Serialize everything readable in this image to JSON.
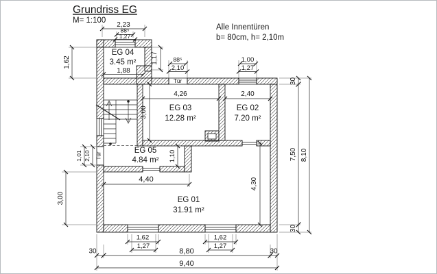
{
  "title": "Grundriss EG",
  "scale_label": "M= 1:100",
  "note": {
    "line1": "Alle Innentüren",
    "line2": "b= 80cm, h= 2,10m"
  },
  "door_label": "Tür",
  "rooms": {
    "eg01": {
      "name": "EG 01",
      "area": "31.91 m²"
    },
    "eg02": {
      "name": "EG 02",
      "area": "7.20 m²"
    },
    "eg03": {
      "name": "EG 03",
      "area": "12.28 m²"
    },
    "eg04": {
      "name": "EG 04",
      "area": "3.45 m²"
    },
    "eg05": {
      "name": "EG 05",
      "area": "4.84 m²"
    }
  },
  "dimensions": {
    "eg04_top_outer": "2,23",
    "eg04_top_door": "88⁵",
    "eg04_top_window": "1,27",
    "eg04_left": "1,62",
    "eg04_right": "1,17",
    "eg04_inner_width": "1,88",
    "hall_door_width": "88⁵",
    "hall_door_height": "2,10",
    "eg02_window_glass": "1,00",
    "eg02_window_outer": "1,27",
    "eg03_width": "4,26",
    "eg03_depth": "3,00",
    "eg02_width": "2,40",
    "entry_door_width": "1,01",
    "entry_door_height": "2,10",
    "eg05_depth": "1,10",
    "eg05_width": "4,40",
    "eg01_left": "3,00",
    "eg01_right": "4,30",
    "window1_outer": "1,62",
    "window1_glass": "1,27",
    "window2_outer": "1,62",
    "window2_glass": "1,27",
    "bottom_wall_left": "30",
    "bottom_inner": "8,80",
    "bottom_wall_right": "30",
    "bottom_total": "9,40",
    "right_wall_top": "30",
    "right_inner": "7,50",
    "right_wall_bottom": "30",
    "right_total": "8,10"
  },
  "colors": {
    "line": "#141414",
    "background": "#ffffff",
    "frame": "#b6babe"
  }
}
